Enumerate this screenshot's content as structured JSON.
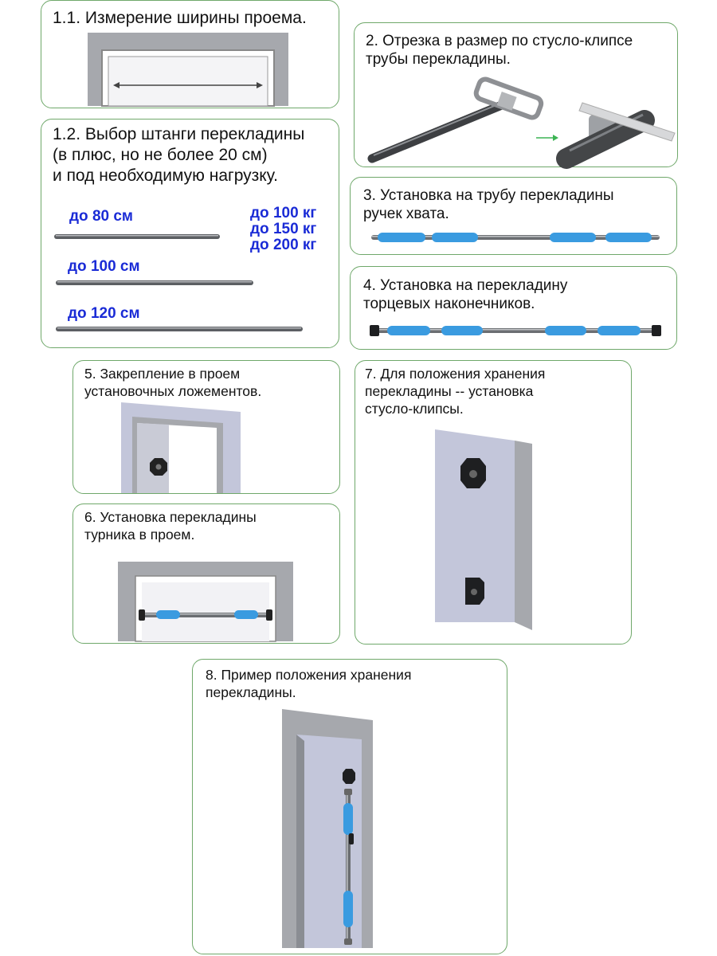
{
  "steps": {
    "s1_1": {
      "text": "1.1. Измерение ширины проема."
    },
    "s1_2": {
      "text": "1.2. Выбор штанги перекладины\n   (в плюс, но не более 20 см)\n   и под необходимую нагрузку.",
      "length_labels": [
        "до 80 см",
        "до 100 см",
        "до 120 см"
      ],
      "load_labels": [
        "до 100 кг",
        "до 150 кг",
        "до 200 кг"
      ]
    },
    "s2": {
      "text": "2. Отрезка в размер по стусло-клипсе\n    трубы перекладины."
    },
    "s3": {
      "text": "3. Установка на трубу перекладины\n    ручек хвата."
    },
    "s4": {
      "text": "4. Установка на перекладину\n    торцевых наконечников."
    },
    "s5": {
      "text": "5. Закрепление в проем\n    установочных ложементов."
    },
    "s6": {
      "text": "6. Установка перекладины\n    турника в проем."
    },
    "s7": {
      "text": "7. Для положения хранения\n    перекладины -- установка\n    стусло-клипсы."
    },
    "s8": {
      "text": "8. Пример положения хранения\n    перекладины."
    }
  },
  "colors": {
    "panel_border": "#6fa86a",
    "label_blue": "#1a2bd6",
    "grip_blue": "#3a9be0",
    "bar_gray": "#6b6e72",
    "frame_gray": "#a6a8ad",
    "wall_lavender": "#c3c6da"
  }
}
